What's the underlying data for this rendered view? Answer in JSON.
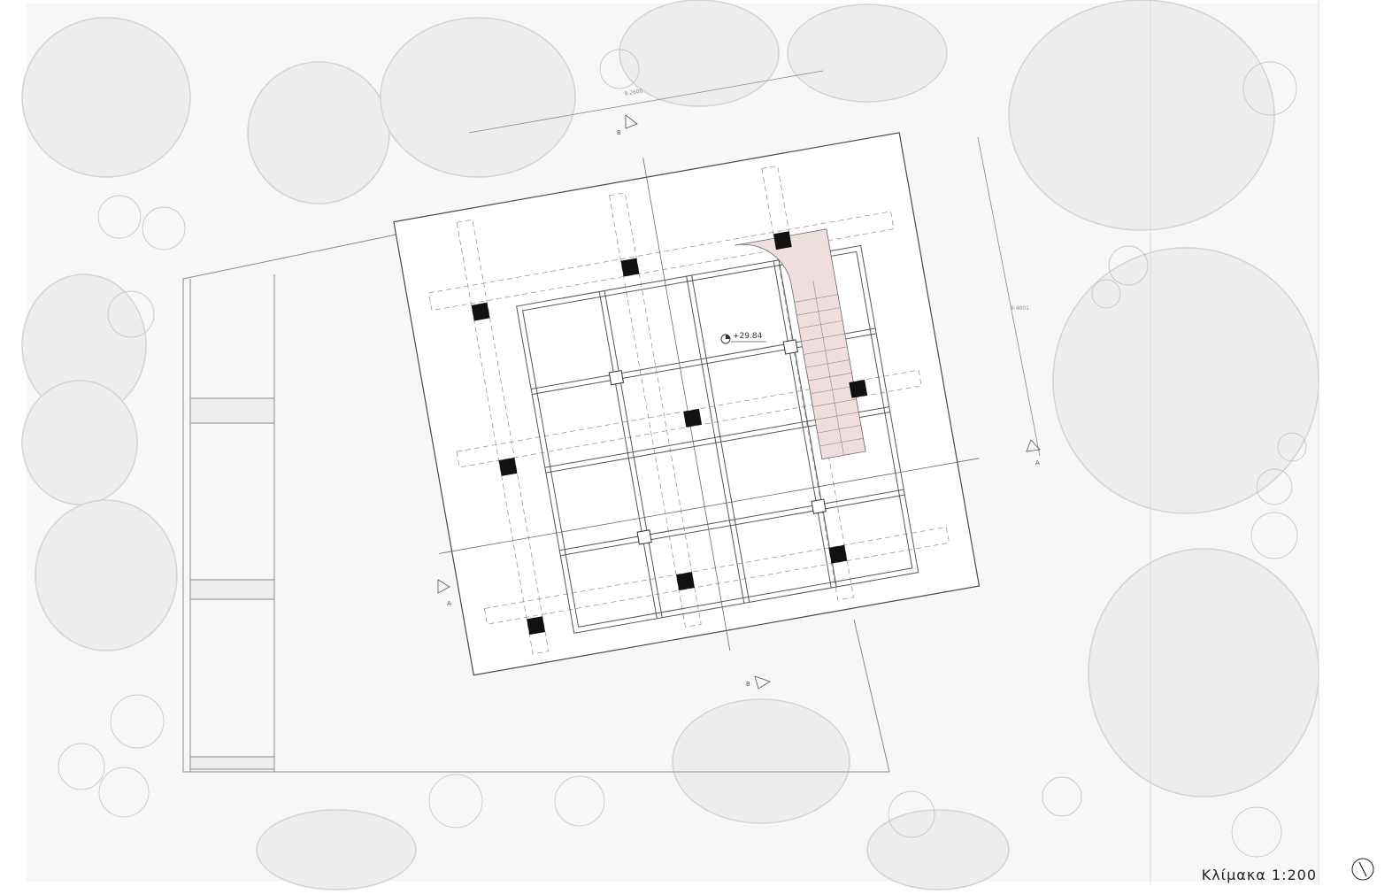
{
  "drawing": {
    "scale_label": "Κλίμακα 1:200",
    "elevation_label": "+29.84",
    "section_marks": [
      "A",
      "A",
      "B",
      "B"
    ],
    "dimension_labels": [
      "9.2600",
      "9.4001"
    ],
    "north_icon": "north-arrow-icon"
  },
  "colors": {
    "background": "#ffffff",
    "site": "#f6f6f6",
    "trees": "#e9eae8",
    "tree_edge": "#c9cbc8",
    "slab": "#ffffff",
    "column": "#111111",
    "stair_fill": "#efdcdc",
    "line": "#7a7a7a"
  }
}
